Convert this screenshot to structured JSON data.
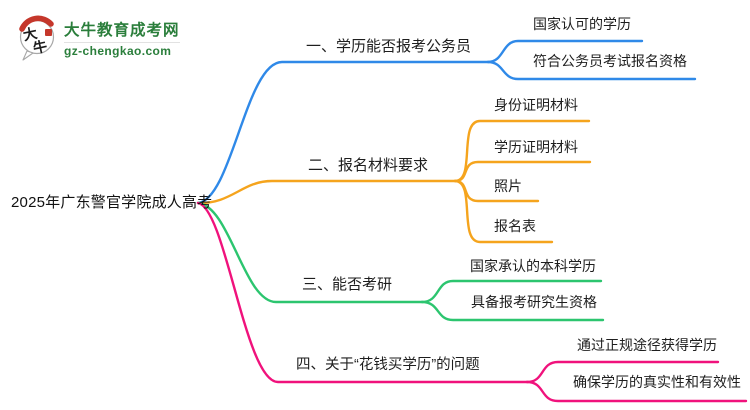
{
  "site": {
    "logo_title": "大牛教育成考网",
    "logo_domain": "gz-chengkao.com",
    "logo_icon_chars": [
      "大",
      "牛"
    ],
    "brand_green": "#2a7e3b",
    "seal_red": "#c5372b"
  },
  "mindmap": {
    "root": {
      "label": "2025年广东警官学院成人高考"
    },
    "branches": [
      {
        "label": "一、学历能否报考公务员",
        "color": "#2f89e8",
        "children": [
          {
            "label": "国家认可的学历"
          },
          {
            "label": "符合公务员考试报名资格"
          }
        ]
      },
      {
        "label": "二、报名材料要求",
        "color": "#f5a41d",
        "children": [
          {
            "label": "身份证明材料"
          },
          {
            "label": "学历证明材料"
          },
          {
            "label": "照片"
          },
          {
            "label": "报名表"
          }
        ]
      },
      {
        "label": "三、能否考研",
        "color": "#2cc56f",
        "children": [
          {
            "label": "国家承认的本科学历"
          },
          {
            "label": "具备报考研究生资格"
          }
        ]
      },
      {
        "label": "四、关于“花钱买学历”的问题",
        "color": "#f0127c",
        "children": [
          {
            "label": "通过正规途径获得学历"
          },
          {
            "label": "确保学历的真实性和有效性"
          }
        ]
      }
    ]
  }
}
